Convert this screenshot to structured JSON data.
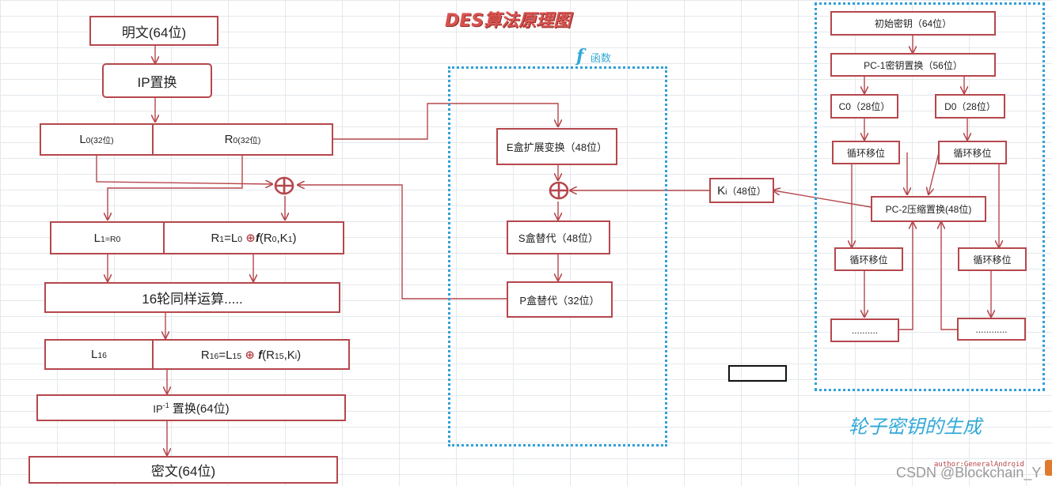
{
  "title": "DES算法原理图",
  "f_box": {
    "symbol": "f",
    "label": "函数"
  },
  "keygen_label": "轮子密钥的生成",
  "left": {
    "plaintext": "明文(64位)",
    "ip": "IP置换",
    "l0": {
      "main": "L",
      "sub": "0",
      "rest": "(32位)"
    },
    "r0": {
      "main": "R",
      "sub": "0",
      "rest": "(32位)"
    },
    "l1": {
      "a": "L",
      "a_sub": "1",
      "eq": "=R",
      "b_sub": "0"
    },
    "r1": {
      "a": "R",
      "a_sub": "1",
      "eq": "=L",
      "b_sub": "0",
      "op": "⊕",
      "f": "f",
      "arg1": "(R",
      "arg1_sub": "0",
      "arg2": ",K",
      "arg2_sub": "1",
      "close": ")"
    },
    "rounds": "16轮同样运算.....",
    "l16": {
      "main": "L",
      "sub": "16"
    },
    "r16": {
      "a": "R",
      "a_sub": "16",
      "eq": "=L",
      "b_sub": "15",
      "op": "⊕",
      "f": "f",
      "arg1": "(R",
      "arg1_sub": "15",
      "arg2": ",K",
      "arg2_sub": "i",
      "close": ")"
    },
    "ip_inv": {
      "a": "IP",
      "sup": "-1",
      "b": " 置换(64位)"
    },
    "ciphertext": "密文(64位)"
  },
  "middle": {
    "e_box": "E盒扩展变换（48位）",
    "s_box": "S盒替代（48位）",
    "p_box": "P盒替代（32位）"
  },
  "ki": {
    "main": "K",
    "sub": "i",
    "rest": "（48位）"
  },
  "right": {
    "init_key": "初始密钥（64位）",
    "pc1": "PC-1密钥置换（56位）",
    "c0": "C0（28位）",
    "d0": "D0（28位）",
    "shift_left_1": "循环移位",
    "shift_right_1": "循环移位",
    "pc2": "PC-2压缩置换(48位)",
    "shift_left_2": "循环移位",
    "shift_right_2": "循环移位",
    "dots_left": "..........",
    "dots_right": "............"
  },
  "xor_symbol": "⊕",
  "footer": {
    "author": "author:GeneralAndroid",
    "watermark": "CSDN @Blockchain_Y"
  },
  "colors": {
    "box_border": "#b5474c",
    "line": "#b5474c",
    "dashed": "#2f9fd8",
    "title": "#d9534f",
    "label": "#31a9d8"
  }
}
